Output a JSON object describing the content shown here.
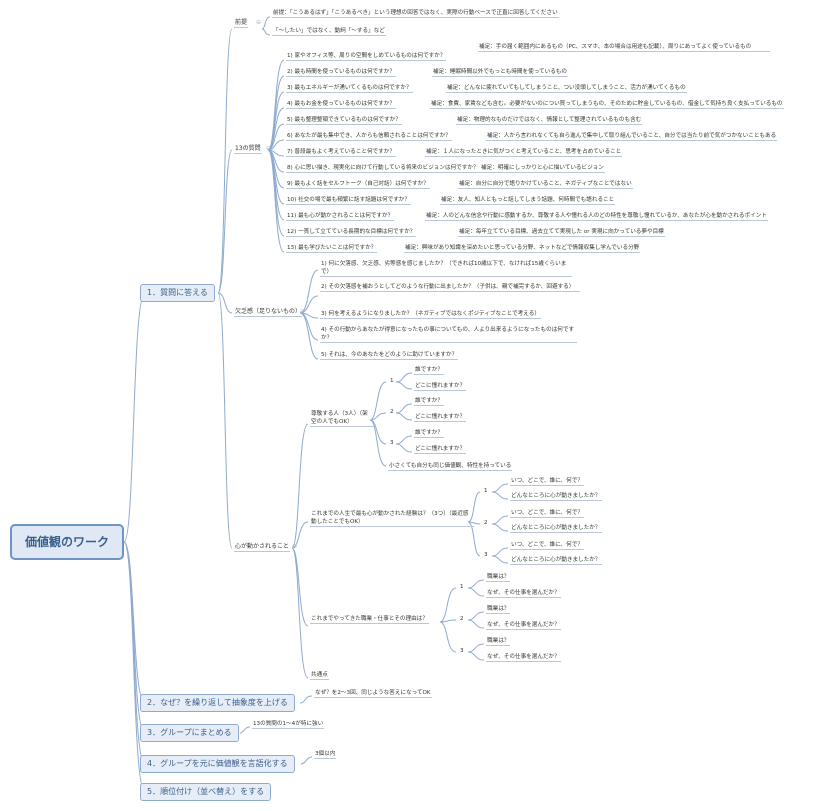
{
  "central": "価値観のワーク",
  "main_topics": [
    "1．質問に答える",
    "2．なぜ？を繰り返して抽象度を上げる",
    "3．グループにまとめる",
    "4．グループを元に価値観を言語化する",
    "5．順位付け（並べ替え）をする"
  ],
  "zentei": {
    "label": "前提",
    "items": [
      "前提：「こうあるはず」「こうあるべき」という理想の回答ではなく、実際の行動ベースで正直に回答してください",
      "「〜したい」ではなく、動詞「〜する」など"
    ]
  },
  "q13": {
    "label": "13の質問",
    "questions": [
      "1) 家やオフィス等、周りの空間をしめているものは何ですか？",
      "2) 最も時間を使っているものは何ですか？",
      "3) 最もエネルギーが湧いてくるものは何ですか？",
      "4) 最もお金を使っているものは何ですか？",
      "5) 最も整理整頓できているものは何ですか？",
      "6) あなたが最も集中でき、人からも信頼されることは何ですか？",
      "7) 普段最もよく考えていること何ですか？",
      "8) 心に思い描き、現実化に向けて行動している将来のビジョンは何ですか？",
      "9) 最もよく話をセルフトーク（自己対話）は何ですか？",
      "10) 社交の場で最も頻繁に話す話題は何ですか？",
      "11) 最も心が動かされることは何ですか？",
      "12) 一貫して立てている長期的な目標は何ですか？",
      "13) 最も学びたいことは何ですか？"
    ],
    "notes": [
      "補足：手の届く範囲内にあるもの（PC、スマホ、本の場合は用途も記載）、周りにあってよく使っているもの",
      "補足：睡眠時間以外でもっとも時間を使っているもの",
      "補足：どんなに疲れていてもしてしまうこと、つい没頭してしまうこと、活力が湧いてくるもの",
      "補足：食費、家賃なども含む。必要がないのについ買ってしまうもの、そのために貯金しているもの、借金して気持ち良く支払っているもの",
      "補足：物理的なものだけではなく、情報として整理されているものも含む",
      "補足：人から言われなくても自ら進んで集中して取り組んでいること、自分では当たり前で気がつかないこともある",
      "補足：１人になったときに気がつくと考えていること、思考を占めていること",
      "補足：明確にしっかりと心に描いているビジョン",
      "補足：自分に自分で語りかけていること、ネガティブなことではない",
      "補足：友人、知人ともっと話してしまう話題、何時間でも語れること",
      "補足：人のどんな信念や行動に感動するか、尊敬する人や憧れる人のどの特性を尊敬し憧れているか、あなたが心を動かされるポイント",
      "補足：毎年立てている目標、過去立てて実現した or 実現に向かっている夢や目標",
      "補足：興味があり知識を深めたいと思っている分野、ネットなどで情報収集し学んでいる分野"
    ]
  },
  "ketsubou": {
    "label": "欠乏感（足りないもの）",
    "items": [
      "1) 何に欠落感、欠乏感、劣等感を感じましたか？（できれば10歳以下で、なければ15歳くらいまで）",
      "2) その欠落感を補おうとしてどのような行動に出ましたか？（子供は、親で補完するか、回避する）",
      "3) 何を考えるようになりましたか？（ネガティブではなくポジティブなことで考える）",
      "4) その行動からあなたが得意になったもの事についてもの、人より出来るようになったものは何ですか？",
      "5) それは、今のあなたをどのように助けていますか？"
    ]
  },
  "kokoro": {
    "label": "心が動かされること",
    "sonkei": {
      "label": "尊敬する人（3人）（架空の人でもOK）",
      "nums": [
        "1",
        "2",
        "3"
      ],
      "q1": "誰ですか？",
      "q2": "どこに憧れますか？",
      "note": "小さくても自分も同じ価値観、特性を持っている"
    },
    "keiken": {
      "label": "これまでの人生で最も心が動かされた経験は？（3つ）（最近感動したことでもOK）",
      "nums": [
        "1",
        "2",
        "3"
      ],
      "q1": "いつ、どこで、誰に、何で？",
      "q2": "どんなところに心が動きましたか？"
    },
    "shokugyou": {
      "label": "これまでやってきた職業・仕事とその理由は？",
      "nums": [
        "1",
        "2",
        "3"
      ],
      "q1": "職業は？",
      "q2": "なぜ、その仕事を選んだか？"
    },
    "kyoutsuu": "共通点"
  },
  "notes_main": {
    "naze": "なぜ？を2〜3回、同じような答えになってOK",
    "group": "13の質問の1〜4が特に強い",
    "gengo": "3個以内"
  },
  "colors": {
    "line": "#8eaacd",
    "main_fill": "#e6edf6",
    "central_fill": "#dfe8f4",
    "accent": "#3b5f8c"
  }
}
